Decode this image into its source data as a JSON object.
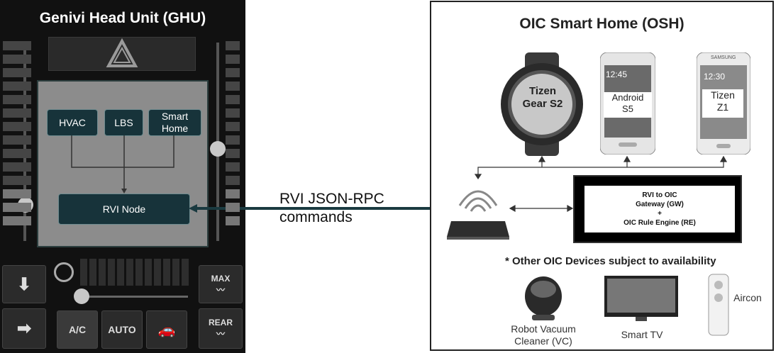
{
  "ghu": {
    "title": "Genivi Head Unit (GHU)",
    "hvac": "HVAC",
    "lbs": "LBS",
    "smart_home": "Smart Home",
    "rvi_node": "RVI Node",
    "max": "MAX",
    "rear": "REAR",
    "ac": "A/C",
    "auto": "AUTO"
  },
  "link_label": [
    "RVI JSON-RPC",
    "commands"
  ],
  "osh": {
    "title": "OIC Smart Home (OSH)",
    "watch": "Tizen Gear S2",
    "phone1": [
      "Android",
      "S5"
    ],
    "phone2": [
      "Tizen",
      "Z1"
    ],
    "gateway": [
      "RVI to OIC",
      "Gateway (GW)",
      "+",
      "OIC Rule Engine (RE)"
    ],
    "note": "* Other OIC Devices subject to availability",
    "vacuum": "Robot Vacuum Cleaner (VC)",
    "tv": "Smart TV",
    "aircon": "Aircon",
    "phone_brand": "SAMSUNG",
    "lock_time1": "12:45",
    "lock_time2": "12:30"
  }
}
